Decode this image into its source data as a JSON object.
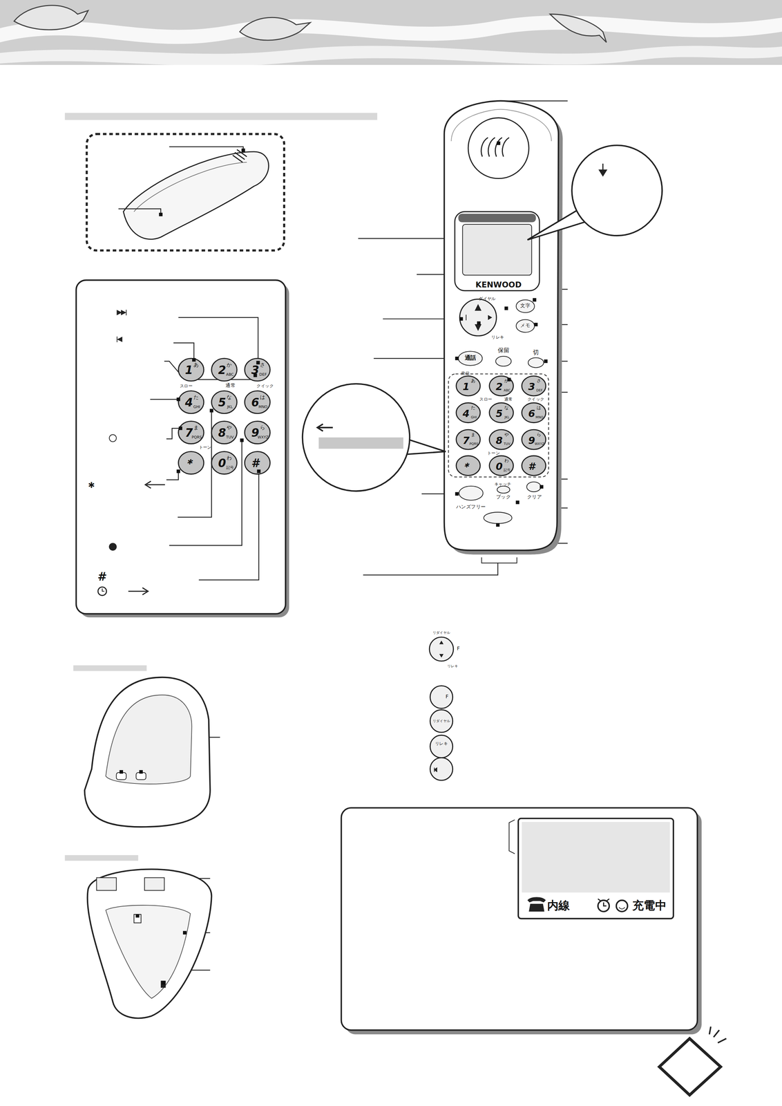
{
  "diagram": {
    "labels": [
      "KENWOOD",
      "ダイヤル",
      "リレキ",
      "文字",
      "メモ",
      "通話",
      "保留",
      "切",
      "発信",
      "1",
      "あ",
      "2",
      "か",
      "ABC",
      "3",
      "さ",
      "DEF",
      "4",
      "た",
      "GHI",
      "5",
      "な",
      "JKL",
      "6",
      "は",
      "MNO",
      "7",
      "ま",
      "PQRS",
      "8",
      "や",
      "TUV",
      "9",
      "ら",
      "WXYZ",
      "＊",
      "0",
      "わ",
      "記号",
      "#",
      "スロー",
      "通常",
      "クイック",
      "トーン",
      "キャッチ",
      "ハンズフリー",
      "ブック",
      "クリア",
      "1",
      "あ",
      "2",
      "か",
      "ABC",
      "3",
      "さ",
      "DEF",
      "4",
      "た",
      "GHI",
      "5",
      "な",
      "JKL",
      "6",
      "は",
      "MNO",
      "7",
      "ま",
      "PQRS",
      "8",
      "や",
      "TUV",
      "9",
      "ら",
      "WXYZ",
      "＊",
      "0",
      "わ",
      "記号",
      "#",
      "スロー",
      "通常",
      "クイック",
      "トーン",
      "＊",
      "#",
      "リダイヤル",
      "F",
      "リレキ",
      "F",
      "リダイヤル",
      "リレキ",
      "内線",
      "充電中"
    ]
  }
}
